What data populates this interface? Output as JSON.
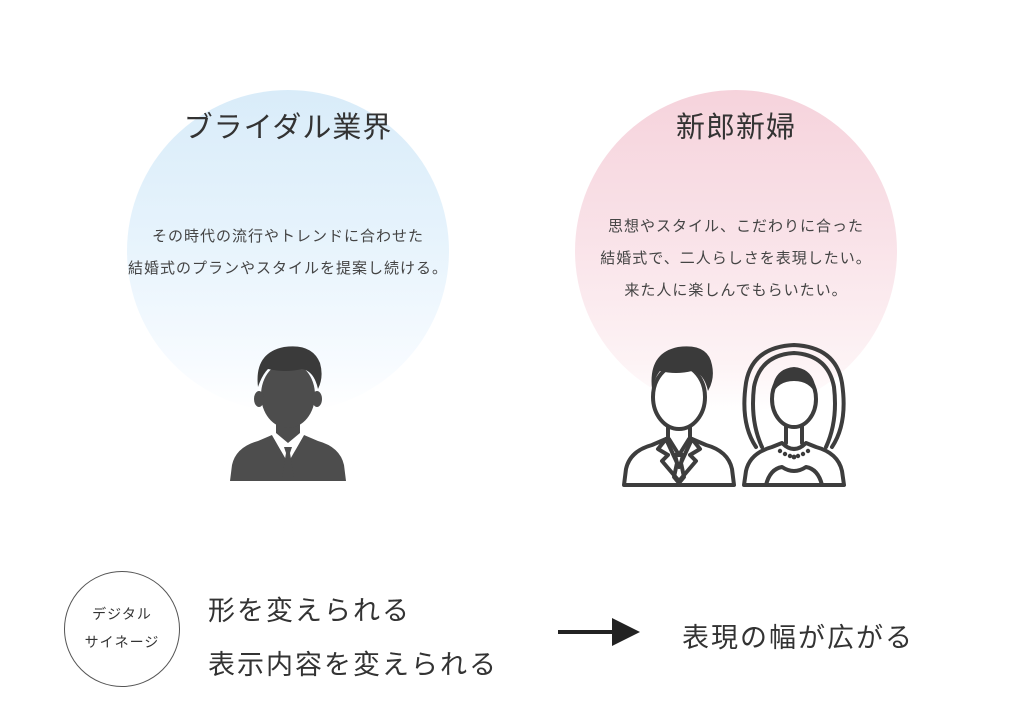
{
  "left_panel": {
    "title": "ブライダル業界",
    "description": [
      "その時代の流行やトレンドに合わせた",
      "結婚式のプランやスタイルを提案し続ける。"
    ],
    "circle_color": "#d9ecf9",
    "icon": "groom-icon"
  },
  "right_panel": {
    "title": "新郎新婦",
    "description": [
      "思想やスタイル、こだわりに合った",
      "結婚式で、二人らしさを表現したい。",
      "来た人に楽しんでもらいたい。"
    ],
    "circle_color": "#f6d3dc",
    "icons": [
      "groom-outline-icon",
      "bride-outline-icon"
    ]
  },
  "badge": {
    "line1": "デジタル",
    "line2": "サイネージ"
  },
  "features": [
    "形を変えられる",
    "表示内容を変えられる"
  ],
  "arrow_icon": "arrow-right-icon",
  "result": "表現の幅が広がる"
}
